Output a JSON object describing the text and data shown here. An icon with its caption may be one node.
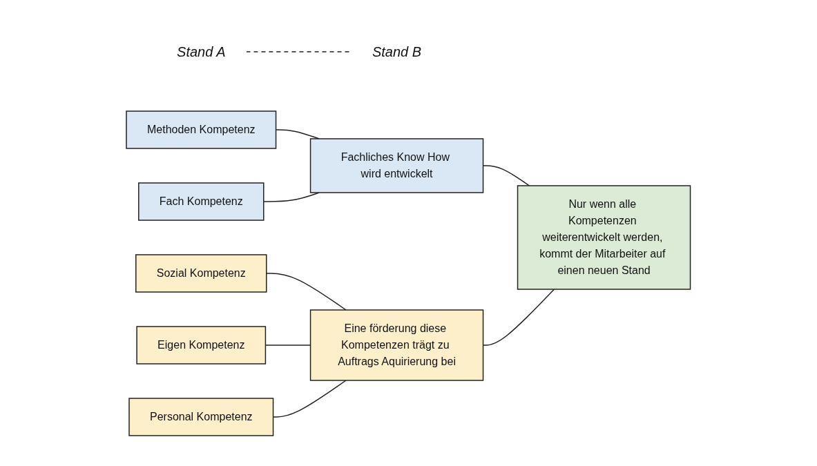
{
  "diagram": {
    "nodes": [
      {
        "text": [
          "Stand A"
        ]
      },
      {
        "text": [
          "Stand B"
        ]
      },
      {
        "text": [
          "Methoden Kompetenz"
        ]
      },
      {
        "text": [
          "Fach Kompetenz"
        ]
      },
      {
        "text": [
          "Fachliches Know How wird entwickelt"
        ]
      },
      {
        "text": [
          "Sozial Kompetenz"
        ]
      },
      {
        "text": [
          "Eigen Kompetenz"
        ]
      },
      {
        "text": [
          "Personal Kompetenz"
        ]
      },
      {
        "text": [
          "Eine förderung diese Kompetenzen trägt zu Auftrags Aquirierung bei"
        ]
      },
      {
        "text": [
          "Nur wenn alle Kompetenzen weiterentwickelt werden, kommt der Mitarbeiter auf einen neuen Stand"
        ]
      }
    ],
    "edges": [
      {
        "from": 0,
        "to": 1,
        "arrow": "none",
        "style": "dashed"
      },
      {
        "from": 2,
        "to": 4,
        "arrow": "none"
      },
      {
        "from": 3,
        "to": 4,
        "arrow": "none"
      },
      {
        "from": 5,
        "to": 8,
        "arrow": "none"
      },
      {
        "from": 6,
        "to": 8,
        "arrow": "none"
      },
      {
        "from": 7,
        "to": 8,
        "arrow": "none"
      },
      {
        "from": 4,
        "to": 9,
        "arrow": "none"
      },
      {
        "from": 8,
        "to": 9,
        "arrow": "none"
      }
    ]
  }
}
